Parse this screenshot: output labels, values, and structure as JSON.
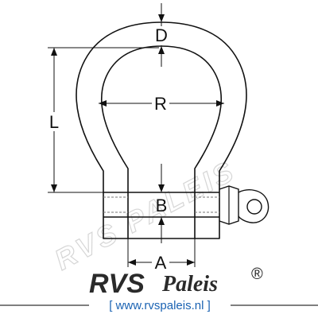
{
  "labels": {
    "D": "D",
    "R": "R",
    "L": "L",
    "B": "B",
    "A": "A"
  },
  "watermark": "RVS PALEIS",
  "brand": {
    "rvs": "RVS",
    "paleis": "Paleis",
    "registered": "®",
    "url": "[ www.rvspaleis.nl ]"
  },
  "colors": {
    "line": "#111111",
    "watermark": "#d6d6d6",
    "url": "#1b63b3",
    "brand": "#2a2a2a"
  }
}
